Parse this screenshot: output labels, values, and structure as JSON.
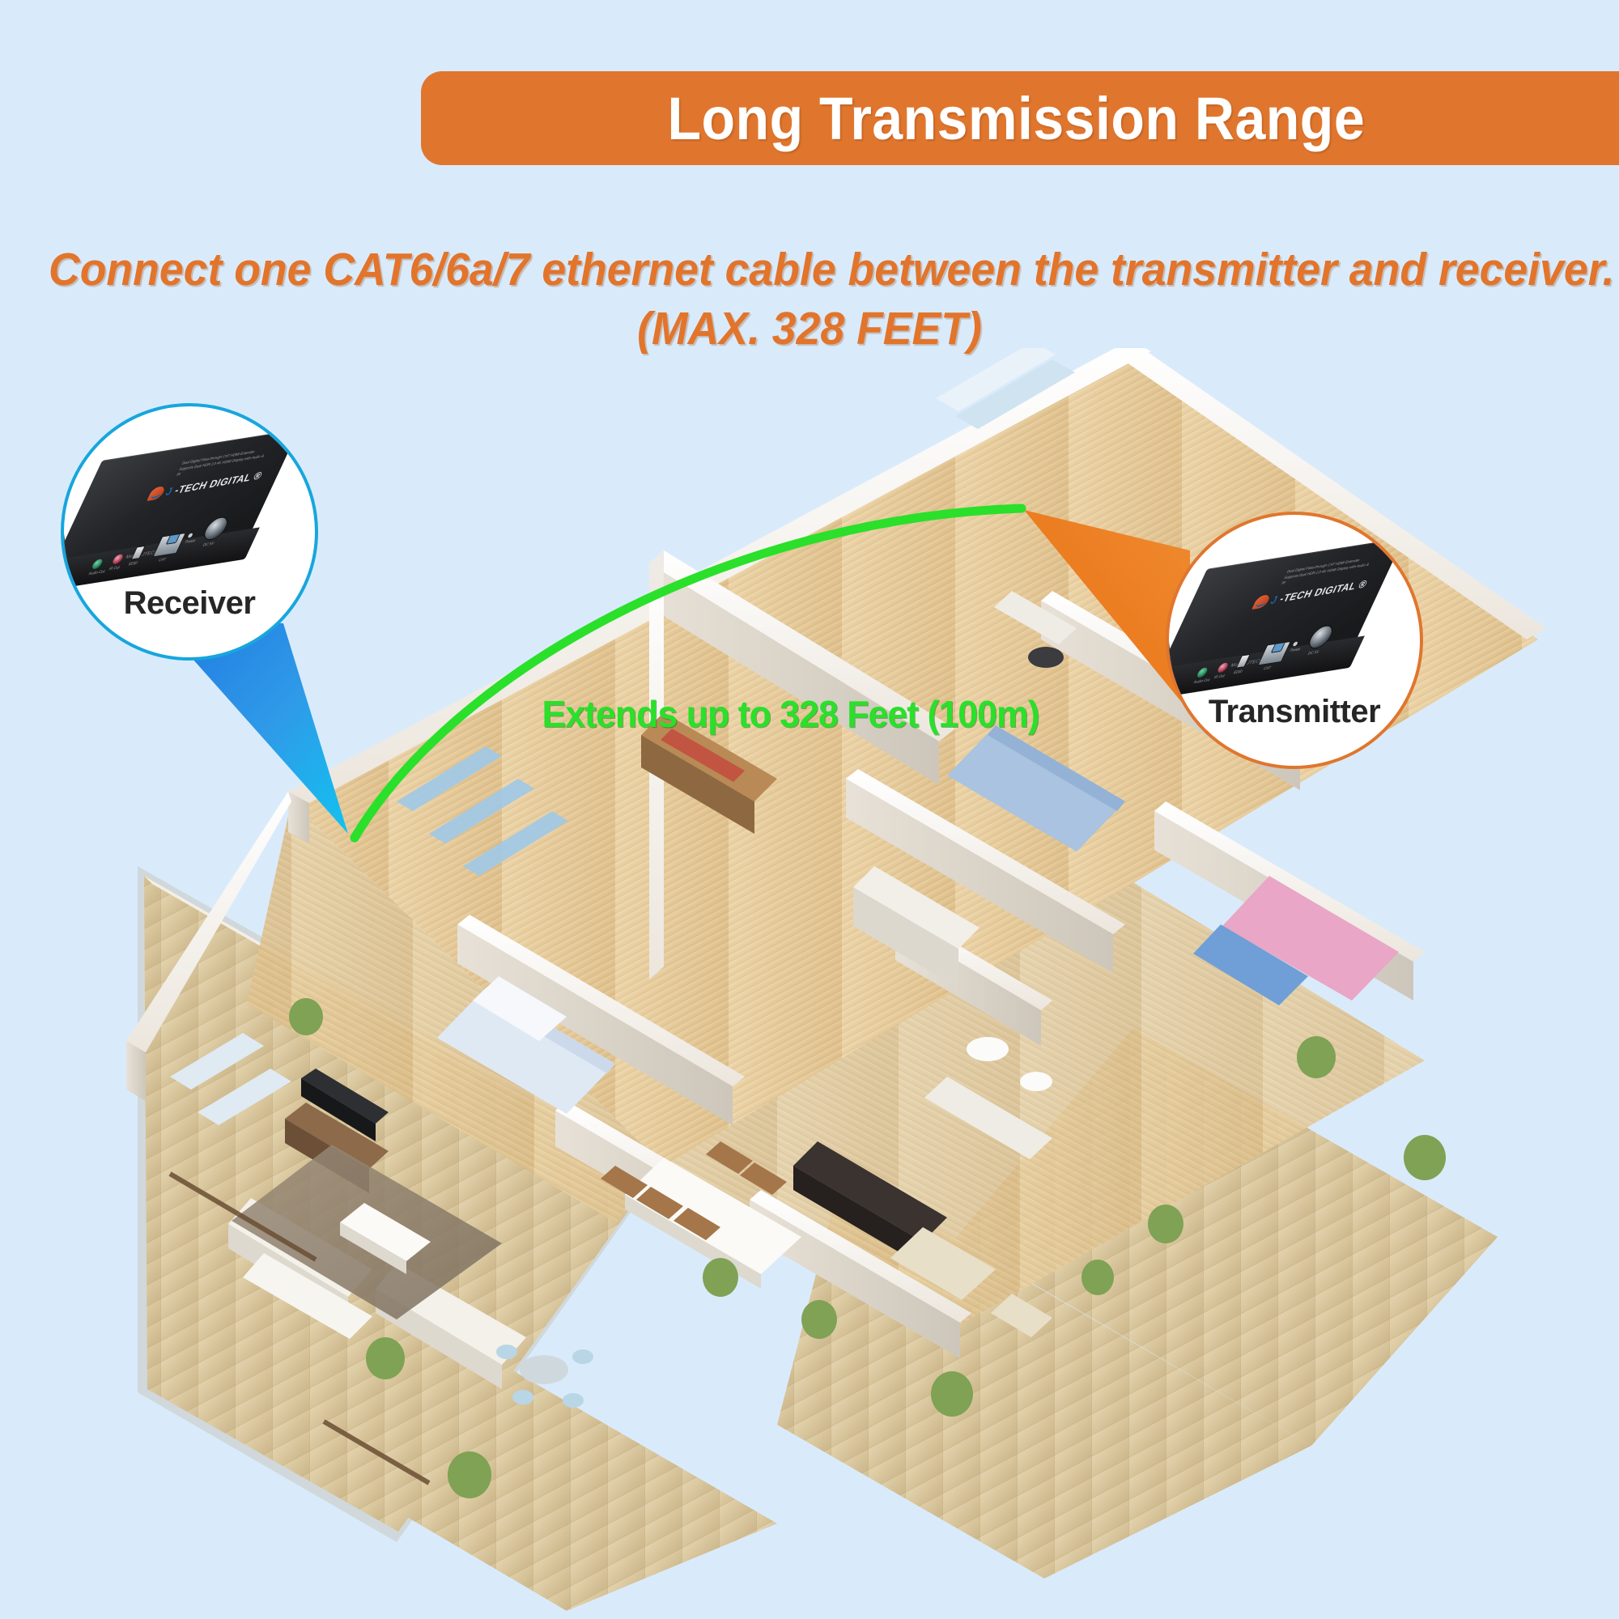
{
  "theme": {
    "background": "#d9ebfb",
    "banner_orange": "#e0762e",
    "subtitle_orange": "#e2742b",
    "cable_green": "#2ae02a",
    "receiver_ring_blue": "#17a6dd",
    "transmitter_ring_orange": "#e0762e",
    "device_black": "#232427"
  },
  "header": {
    "title": "Long Transmission Range"
  },
  "subtitle": {
    "line1": "Connect one CAT6/6a/7 ethernet cable between the transmitter and receiver.",
    "line2": "(MAX. 328 FEET)"
  },
  "diagram": {
    "cable_label": "Extends up to 328 Feet (100m)",
    "receiver_callout": {
      "label": "Receiver",
      "device": {
        "brand_j": "J",
        "brand_tech_digital": "-TECH DIGITAL",
        "brand_mark": "®",
        "spec_line1": "Dual Digital Pass-through CAT HDMI Extender",
        "spec_line2": "Supports Dual HDR 2.0 4K HDMI Display with Audio & IR",
        "model": "Model: JTECH-4KEX70",
        "ports": [
          {
            "name": "Audio Out",
            "type": "audio-jack"
          },
          {
            "name": "IR Out",
            "type": "ir-jack"
          },
          {
            "name": "EDID",
            "type": "switch"
          },
          {
            "name": "CAT",
            "type": "rj45"
          },
          {
            "name": "Power",
            "type": "led"
          },
          {
            "name": "DC 5V",
            "type": "dc-jack"
          }
        ]
      }
    },
    "transmitter_callout": {
      "label": "Transmitter",
      "device": {
        "brand_j": "J",
        "brand_tech_digital": "-TECH DIGITAL",
        "brand_mark": "®",
        "spec_line1": "Dual Digital Pass-through CAT HDMI Extender",
        "spec_line2": "Supports Dual HDR 2.0 4K HDMI Display with Audio & IR",
        "model": "Model: JTECH-4KEX70",
        "ports": [
          {
            "name": "Audio Out",
            "type": "audio-jack"
          },
          {
            "name": "IR Out",
            "type": "ir-jack"
          },
          {
            "name": "EDID",
            "type": "switch"
          },
          {
            "name": "CAT",
            "type": "rj45"
          },
          {
            "name": "Power",
            "type": "led"
          },
          {
            "name": "DC 5V",
            "type": "dc-jack"
          }
        ]
      }
    }
  }
}
